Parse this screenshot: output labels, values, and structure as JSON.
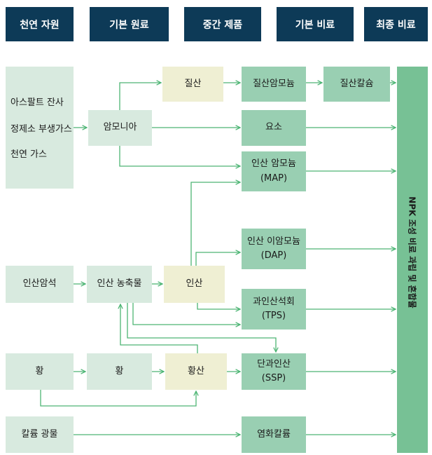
{
  "headers": [
    "천연 자원",
    "기본 원료",
    "중간 제품",
    "기본 비료",
    "최종 비료"
  ],
  "natural_sources": [
    "아스팔트 잔사",
    "정제소 부생가스",
    "천연 가스"
  ],
  "nodes": {
    "ammonia": "암모니아",
    "nitric_acid": "질산",
    "ammonium_nitrate": "질산암모늄",
    "calcium_nitrate": "질산칼슘",
    "urea": "요소",
    "map_line1": "인산 암모늄",
    "map_line2": "(MAP)",
    "dap_line1": "인산 이암모늄",
    "dap_line2": "(DAP)",
    "phosphate_rock": "인산암석",
    "phosphate_concentrate": "인산 농축물",
    "phosphoric_acid": "인산",
    "tsp_line1": "과인산석회",
    "tsp_line2": "(TPS)",
    "sulfur_source": "황",
    "sulfur": "황",
    "sulfuric_acid": "황산",
    "ssp_line1": "단과인산",
    "ssp_line2": "(SSP)",
    "potash_ore": "칼륨 광물",
    "potassium_chloride": "염화칼륨"
  },
  "npk_label": "NPK 조성 비료 과립 및 혼합물",
  "colors": {
    "header": "#0d3a57",
    "light_box": "#d8eadf",
    "medium_box": "#99cfb2",
    "acid_box": "#efefd3",
    "npk_bar": "#77c195",
    "arrow": "#4db574"
  }
}
